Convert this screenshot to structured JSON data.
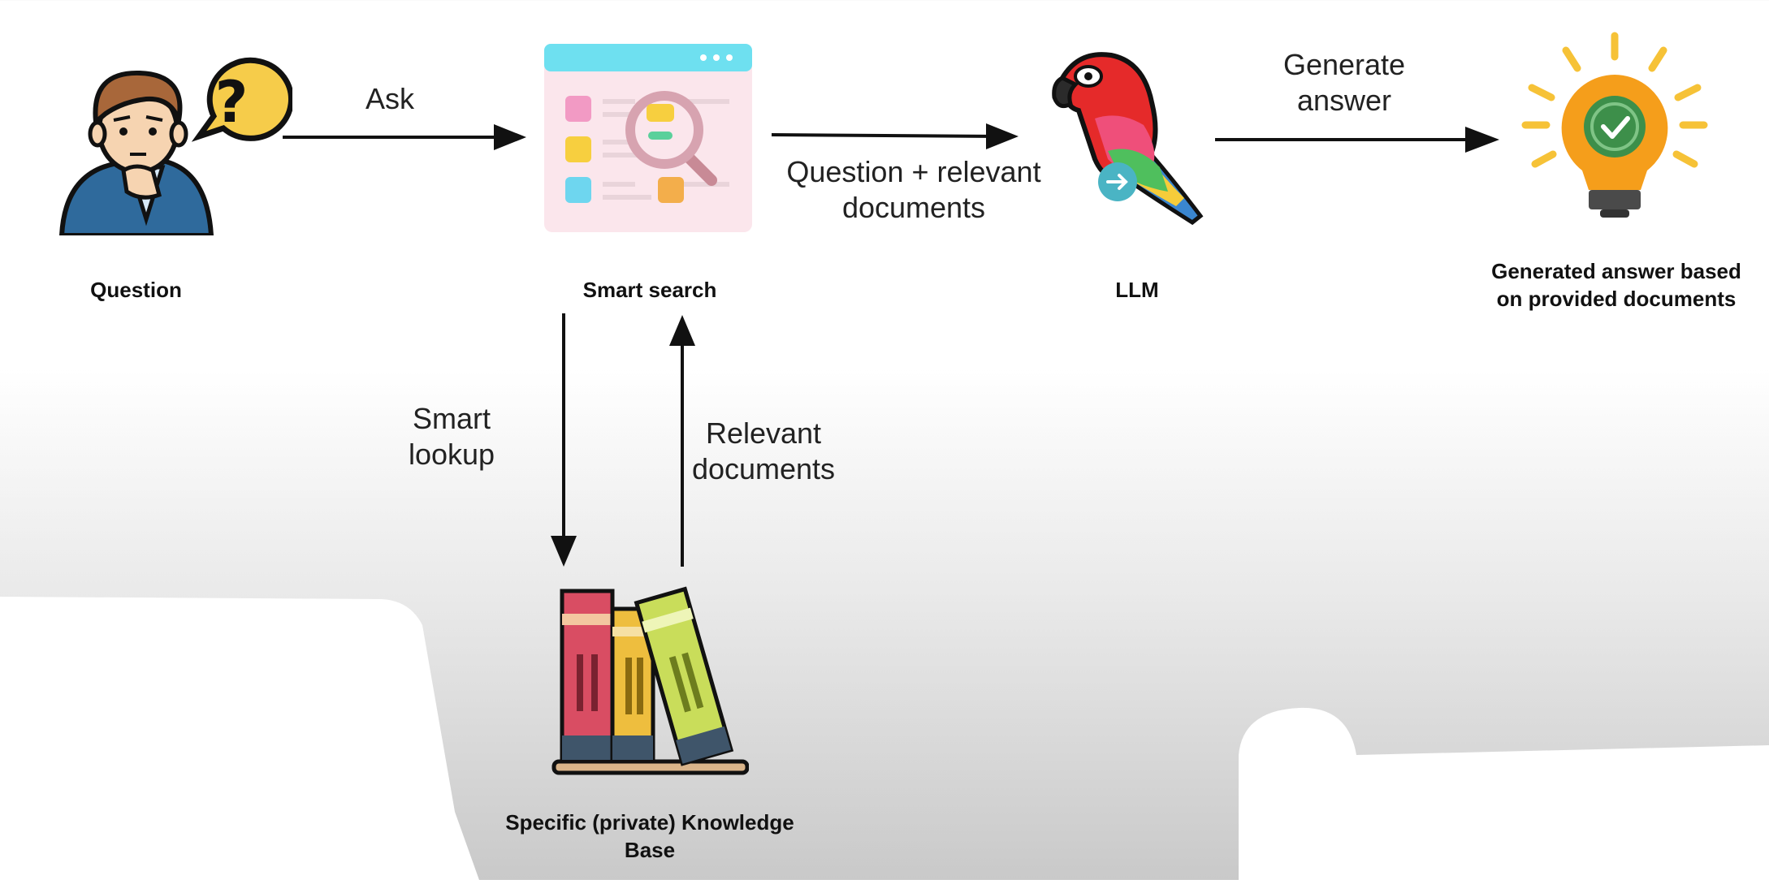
{
  "nodes": {
    "question": {
      "label": "Question"
    },
    "smart_search": {
      "label": "Smart search"
    },
    "llm": {
      "label": "LLM"
    },
    "answer": {
      "label_line1": "Generated answer based",
      "label_line2": "on provided documents"
    },
    "knowledge_base": {
      "label_line1": "Specific (private) Knowledge",
      "label_line2": "Base"
    }
  },
  "edges": {
    "ask": {
      "label": "Ask"
    },
    "question_docs": {
      "label_line1": "Question + relevant",
      "label_line2": "documents"
    },
    "generate": {
      "label_line1": "Generate",
      "label_line2": "answer"
    },
    "lookup": {
      "label_line1": "Smart",
      "label_line2": "lookup"
    },
    "relevant": {
      "label_line1": "Relevant",
      "label_line2": "documents"
    }
  },
  "icons": {
    "question": "thinking-person-icon",
    "speech": "question-bubble-icon",
    "search": "search-window-icon",
    "llm": "parrot-icon",
    "answer": "lightbulb-check-icon",
    "knowledge": "books-icon"
  },
  "colors": {
    "arrow": "#111111",
    "bulb": "#f59e1b",
    "check": "#3d8f4a",
    "search_header": "#6ee0f0"
  }
}
